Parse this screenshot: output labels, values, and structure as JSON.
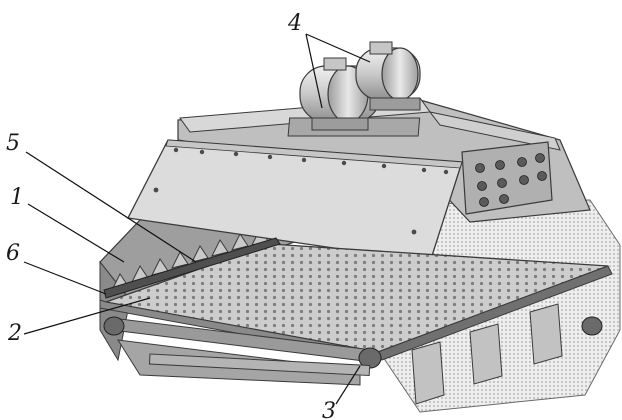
{
  "labels": {
    "l1": "1",
    "l2": "2",
    "l3": "3",
    "l4": "4",
    "l5": "5",
    "l6": "6"
  },
  "colors": {
    "metal_light": "#d4d4d4",
    "metal_mid": "#b8b8b8",
    "metal_dark": "#8a8a8a",
    "outline": "#3a3a3a",
    "mesh_bg": "#e6e6e6",
    "mesh_dot": "#9a9a9a",
    "line": "#111111"
  }
}
